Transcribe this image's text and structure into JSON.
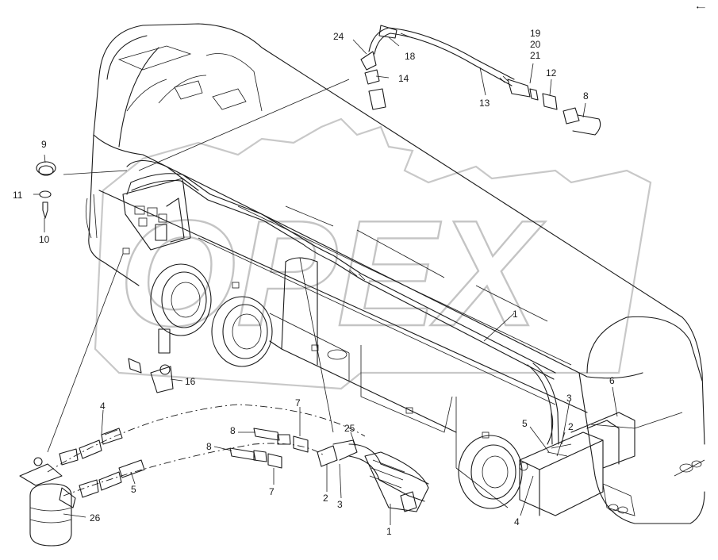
{
  "watermark": {
    "text": "OPEX"
  },
  "corner_mark": "•—",
  "callouts": {
    "c1a": "1",
    "c1b": "1",
    "c2a": "2",
    "c2b": "2",
    "c3a": "3",
    "c3b": "3",
    "c4a": "4",
    "c4b": "4",
    "c5a": "5",
    "c5b": "5",
    "c6": "6",
    "c7a": "7",
    "c7b": "7",
    "c8a": "8",
    "c8b": "8",
    "c8c": "8",
    "c9": "9",
    "c10": "10",
    "c11": "11",
    "c12": "12",
    "c13": "13",
    "c14": "14",
    "c16": "16",
    "c18": "18",
    "c19": "19",
    "c20": "20",
    "c21": "21",
    "c24": "24",
    "c25": "25",
    "c26": "26"
  }
}
